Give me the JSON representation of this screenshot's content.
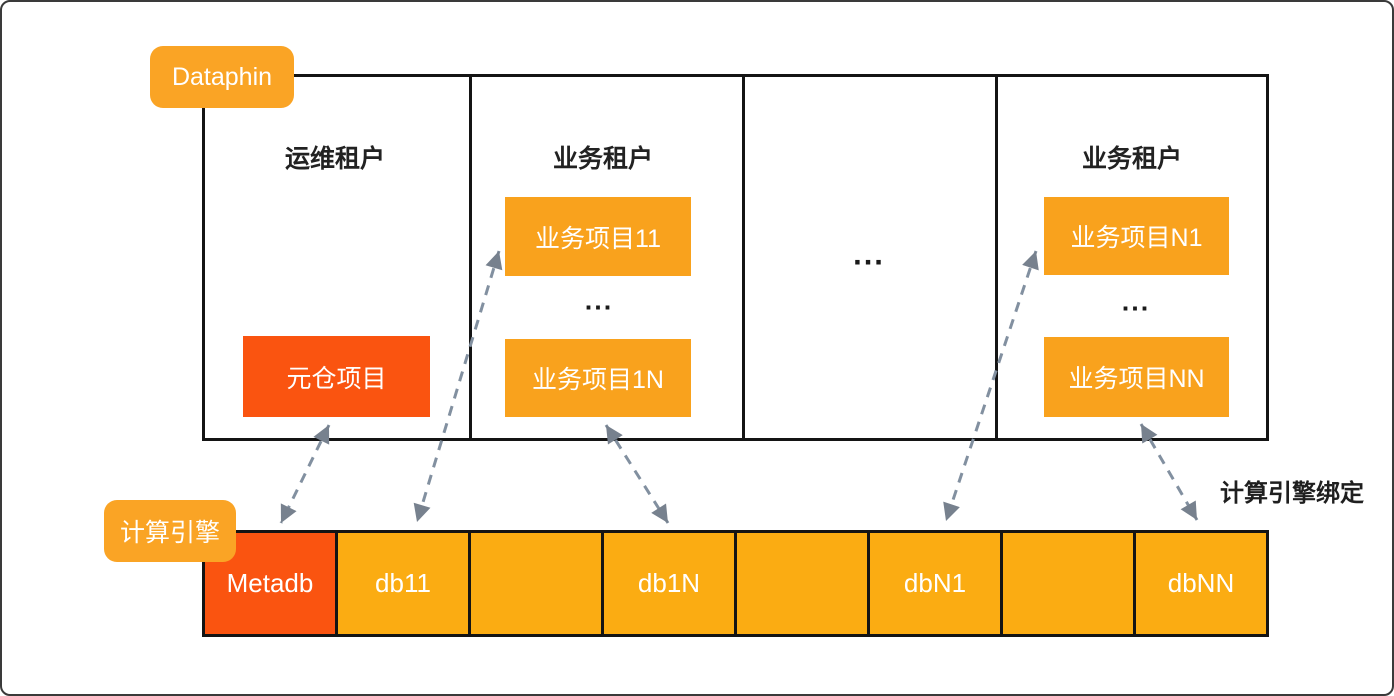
{
  "badges": {
    "dataphin": "Dataphin",
    "compute_engine": "计算引擎"
  },
  "panel": {
    "columns": [
      {
        "title": "运维租户"
      },
      {
        "title": "业务租户"
      },
      {
        "title": ""
      },
      {
        "title": "业务租户"
      }
    ],
    "projects": {
      "meta": "元仓项目",
      "biz11": "业务项目11",
      "biz1N": "业务项目1N",
      "bizN1": "业务项目N1",
      "bizNN": "业务项目NN"
    },
    "ellipsis": "..."
  },
  "engine_bar": {
    "cells": [
      {
        "label": "Metadb",
        "variant": "red"
      },
      {
        "label": "db11",
        "variant": "orange"
      },
      {
        "label": "",
        "variant": "orange"
      },
      {
        "label": "db1N",
        "variant": "orange"
      },
      {
        "label": "",
        "variant": "orange"
      },
      {
        "label": "dbN1",
        "variant": "orange"
      },
      {
        "label": "",
        "variant": "orange"
      },
      {
        "label": "dbNN",
        "variant": "orange"
      }
    ]
  },
  "annotations": {
    "binding_label": "计算引擎绑定"
  },
  "connections": [
    {
      "from": "元仓项目",
      "to": "Metadb"
    },
    {
      "from": "业务项目11",
      "to": "db11"
    },
    {
      "from": "业务项目1N",
      "to": "db1N"
    },
    {
      "from": "业务项目N1",
      "to": "dbN1"
    },
    {
      "from": "业务项目NN",
      "to": "dbNN"
    }
  ],
  "colors": {
    "badge_orange": "#FAA425",
    "project_orange": "#F9A21D",
    "cell_orange": "#FBAC12",
    "meta_red": "#FA5410",
    "arrow_gray": "#7E8B99",
    "line_black": "#141414"
  }
}
